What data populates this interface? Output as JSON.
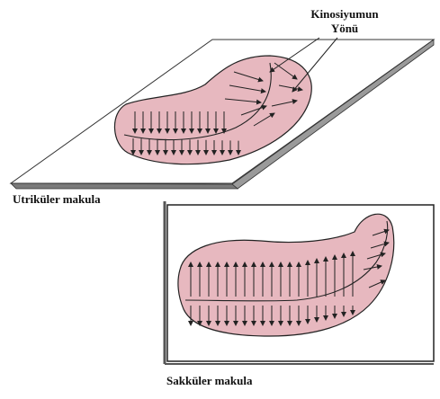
{
  "labels": {
    "kinocilium_direction_line1": "Kinosiyumun",
    "kinocilium_direction_line2": "Yönü",
    "utricle": "Utriküler makula",
    "saccule": "Sakküler makula"
  },
  "colors": {
    "macula_fill": "#e7b8bf",
    "outline": "#222222",
    "background": "#ffffff"
  }
}
